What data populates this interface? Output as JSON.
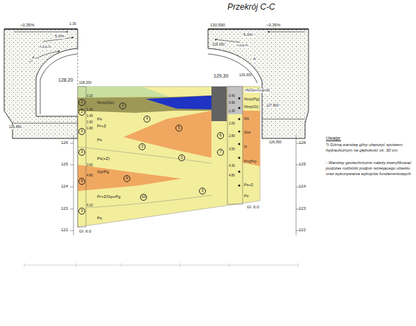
{
  "diagram": {
    "title": "Przekrój C-C",
    "nodes": [
      {
        "text": [
          "1"
        ]
      },
      {
        "text": [
          "2"
        ]
      },
      {
        "text": [
          "3"
        ]
      },
      {
        "text": [
          "3"
        ]
      },
      {
        "text": [
          "9"
        ]
      },
      {
        "text": [
          "3"
        ]
      },
      {
        "text": [
          "2"
        ]
      },
      {
        "text": [
          "4"
        ]
      },
      {
        "text": [
          "5"
        ]
      },
      {
        "text": [
          "3"
        ]
      },
      {
        "text": [
          "3"
        ]
      },
      {
        "text": [
          "9"
        ]
      },
      {
        "text": [
          "10"
        ]
      },
      {
        "text": [
          "3"
        ]
      },
      {
        "text": [
          "6"
        ]
      },
      {
        "text": [
          "7"
        ]
      }
    ],
    "labels": [
      "~0,35%",
      "5,0%",
      "1,30",
      "n.p.p.m.",
      "A",
      "128.20",
      "126,850",
      "130,590",
      "~0,35%",
      "5,0%",
      "129,930",
      "n.p.p.m.",
      "A",
      "129,30",
      "129,300",
      "127,800",
      "126,550",
      "128,200",
      "126",
      "125",
      "124",
      "123",
      "122",
      "126",
      "125",
      "124",
      "123",
      "122",
      "Nmp(Gp)",
      "Ps",
      "Pr+Z",
      "Ps",
      "Ps(+Z)",
      "Gp/Pg",
      "Pr+Z/Gp+Pg",
      "Ps",
      "0.20",
      "1.00",
      "1.40",
      "1.60",
      "1.80",
      "3.60",
      "4.80",
      "6.10",
      "nN(Gp+G+grud)",
      "Nmp(Pg)",
      "Nmp(Gi)",
      "Gs",
      "Gsz",
      "H",
      "Pπ(Ps)",
      "Ps+Z",
      "Ps",
      "0.40",
      "0.90",
      "1.30",
      "2.00",
      "2.80",
      "3.50",
      "4.30",
      "4.80",
      "Gl. 6.0",
      "Gl. 6.0",
      "Uwaga:",
      "*) Górną warstwę gliny ulepszyć spoiwem hydraulicznym na głębokość ok. 30 cm.",
      "- Warstwy geotechniczne należy zweryfikować podczas rozbiórki podpór istniejącego obiektu oraz wykonywania wykopów fundamentowych."
    ]
  }
}
